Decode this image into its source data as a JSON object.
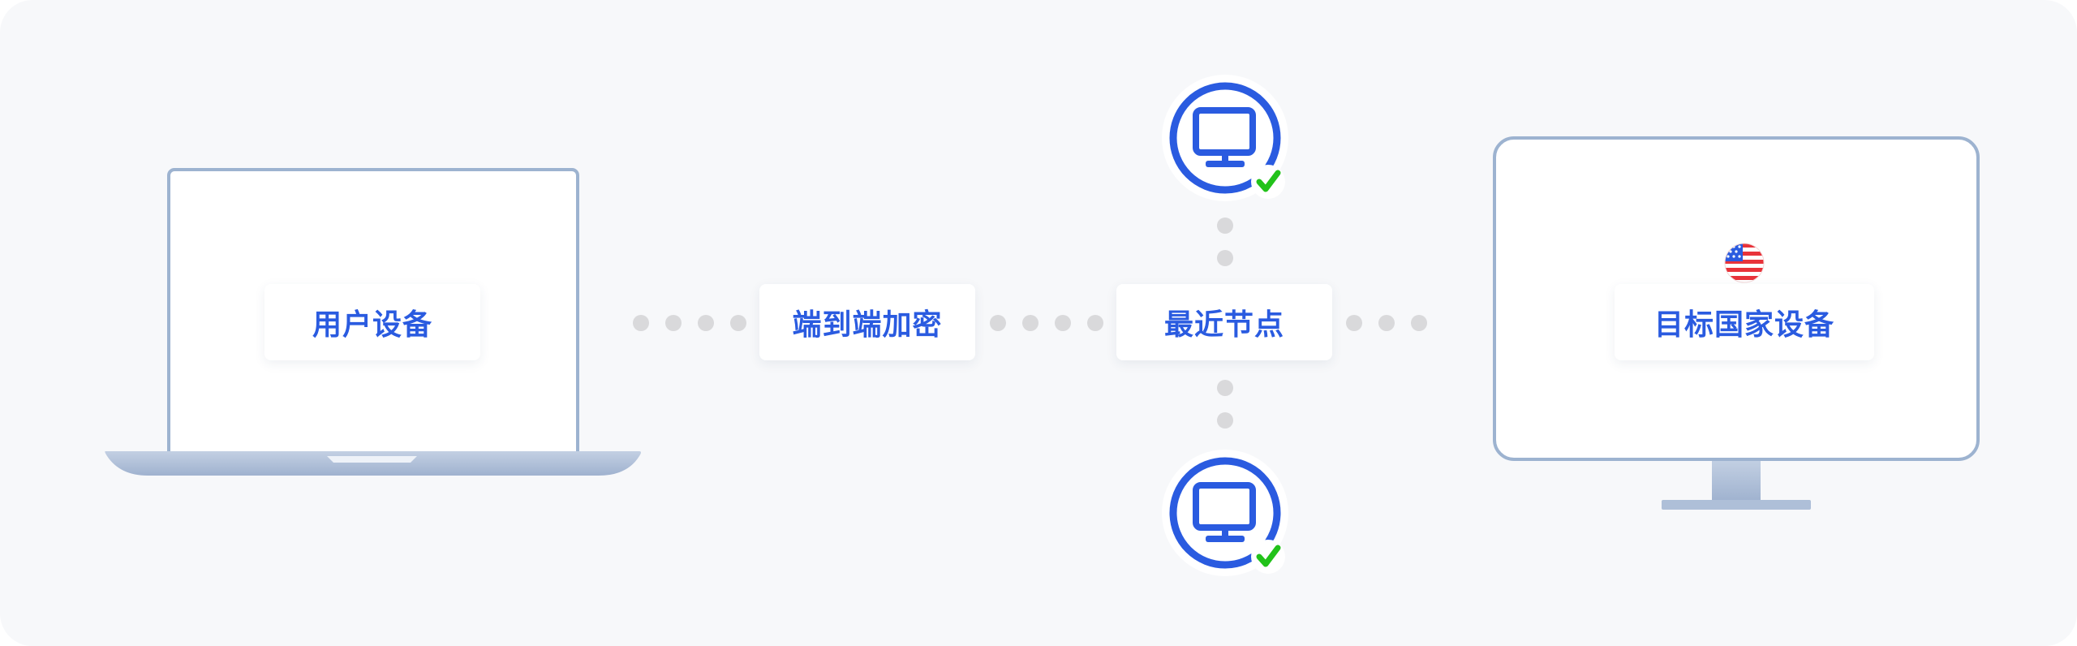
{
  "nodes": {
    "user_device": "用户设备",
    "encryption": "端到端加密",
    "nearest_node": "最近节点",
    "target_device": "目标国家设备"
  },
  "icons": {
    "node_icon": "monitor-icon",
    "status_icon": "checkmark-icon",
    "flag_icon": "us-flag-icon"
  },
  "colors": {
    "accent": "#2a5be0",
    "device_outline": "#9db3d0",
    "device_base": "#aebfd8",
    "check": "#22c21a",
    "dot": "#d9d9db",
    "background": "#f7f8fa"
  }
}
